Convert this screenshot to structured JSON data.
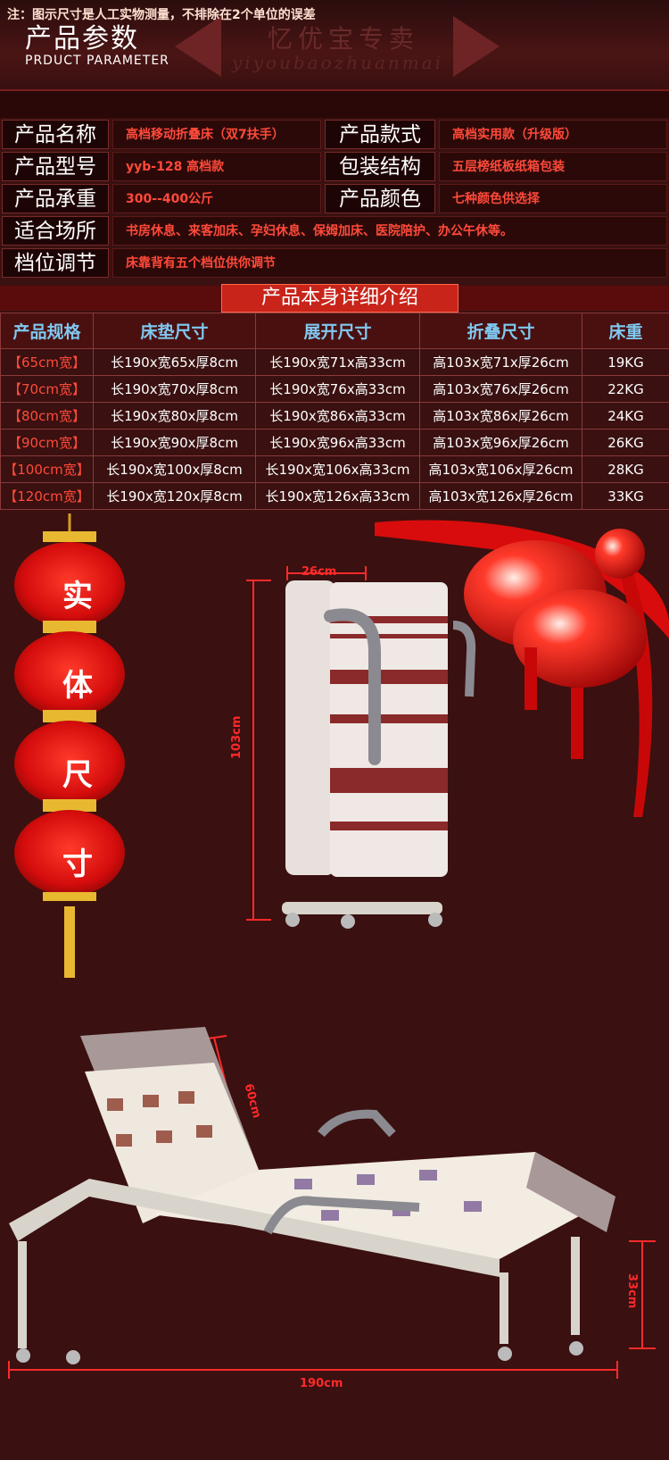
{
  "header": {
    "title": "产品参数",
    "subtitle": "PRDUCT PARAMETER",
    "watermark_cn": "忆优宝专卖",
    "watermark_en": "yiyoubaozhuanmai"
  },
  "note": "注：图示尺寸是人工实物测量，不排除在2个单位的误差",
  "params": {
    "name_label": "产品名称",
    "name_value": "高档移动折叠床（双7扶手）",
    "style_label": "产品款式",
    "style_value": "高档实用款（升级版）",
    "model_label": "产品型号",
    "model_value": "yyb-128 高档款",
    "pack_label": "包装结构",
    "pack_value": "五层榜纸板纸箱包装",
    "load_label": "产品承重",
    "load_value": "300--400公斤",
    "color_label": "产品颜色",
    "color_value": "七种颜色供选择",
    "venue_label": "适合场所",
    "venue_value": "书房休息、来客加床、孕妇休息、保姆加床、医院陪护、办公午休等。",
    "gear_label": "档位调节",
    "gear_value": "床靠背有五个档位供你调节"
  },
  "section_title": "产品本身详细介绍",
  "spec_table": {
    "headers": [
      "产品规格",
      "床垫尺寸",
      "展开尺寸",
      "折叠尺寸",
      "床重"
    ],
    "rows": [
      [
        "【65cm宽】",
        "长190x宽65x厚8cm",
        "长190x宽71x高33cm",
        "高103x宽71x厚26cm",
        "19KG"
      ],
      [
        "【70cm宽】",
        "长190x宽70x厚8cm",
        "长190x宽76x高33cm",
        "高103x宽76x厚26cm",
        "22KG"
      ],
      [
        "【80cm宽】",
        "长190x宽80x厚8cm",
        "长190x宽86x高33cm",
        "高103x宽86x厚26cm",
        "24KG"
      ],
      [
        "【90cm宽】",
        "长190x宽90x厚8cm",
        "长190x宽96x高33cm",
        "高103x宽96x厚26cm",
        "26KG"
      ],
      [
        "【100cm宽】",
        "长190x宽100x厚8cm",
        "长190x宽106x高33cm",
        "高103x宽106x厚26cm",
        "28KG"
      ],
      [
        "【120cm宽】",
        "长190x宽120x厚8cm",
        "长190x宽126x高33cm",
        "高103x宽126x厚26cm",
        "33KG"
      ]
    ]
  },
  "lantern_chars": [
    "实",
    "体",
    "尺",
    "寸"
  ],
  "folded_dims": {
    "depth": "26cm",
    "height": "103cm"
  },
  "open_dims": {
    "back": "60cm",
    "length": "190cm",
    "height": "33cm"
  },
  "colors": {
    "accent_red": "#ff2a2a",
    "header_blue": "#7fc8f0",
    "bg": "#3a1010"
  }
}
